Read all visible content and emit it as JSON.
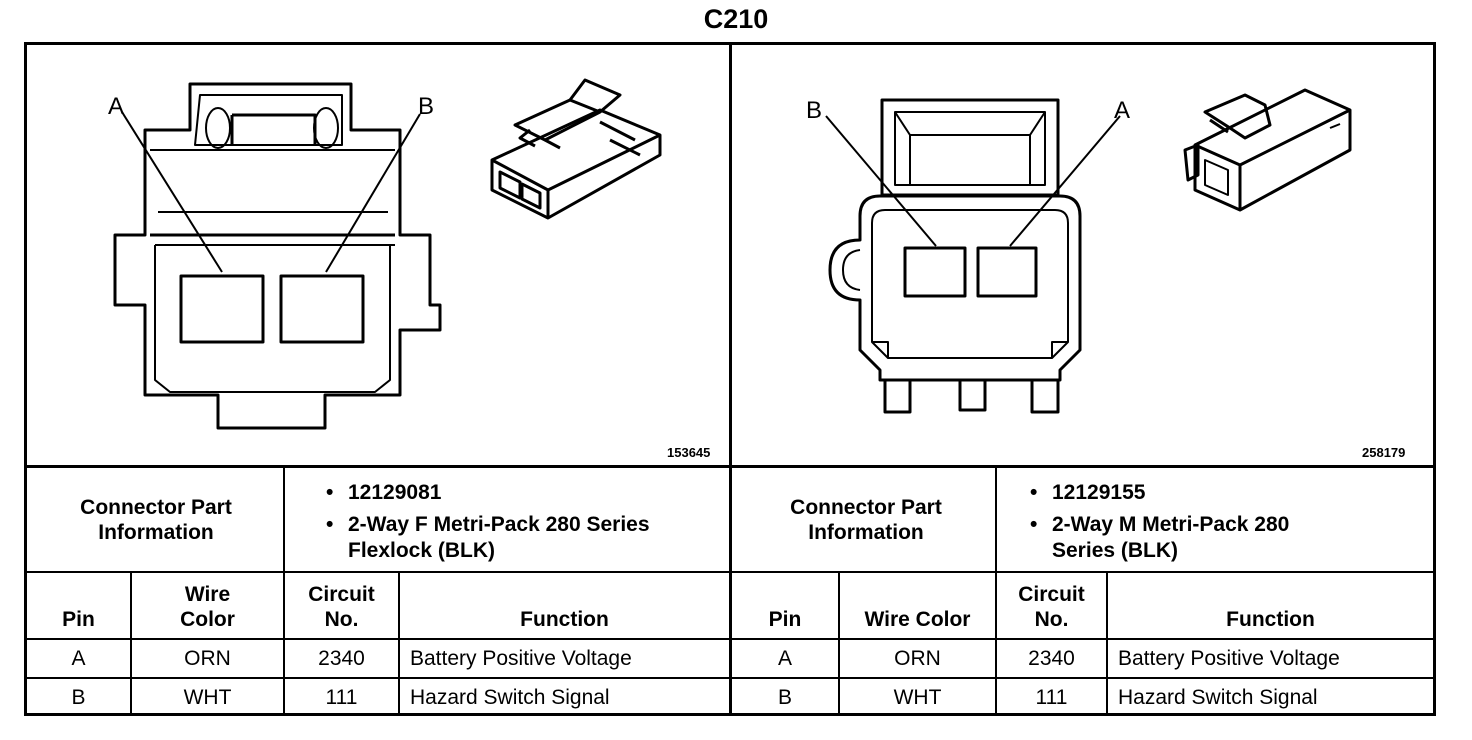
{
  "title": "C210",
  "left": {
    "image_id": "153645",
    "pin_labels": [
      "A",
      "B"
    ],
    "part_info_label": "Connector Part Information",
    "part_info": [
      "12129081",
      "2-Way F Metri-Pack 280 Series Flexlock (BLK)"
    ],
    "headers": {
      "pin": "Pin",
      "wire_color": "Wire Color",
      "circuit": "Circuit No.",
      "function": "Function"
    },
    "rows": [
      {
        "pin": "A",
        "wire_color": "ORN",
        "circuit": "2340",
        "function": "Battery Positive Voltage"
      },
      {
        "pin": "B",
        "wire_color": "WHT",
        "circuit": "111",
        "function": "Hazard Switch Signal"
      }
    ]
  },
  "right": {
    "image_id": "258179",
    "pin_labels": [
      "B",
      "A"
    ],
    "part_info_label": "Connector Part Information",
    "part_info": [
      "12129155",
      "2-Way M Metri-Pack 280 Series (BLK)"
    ],
    "headers": {
      "pin": "Pin",
      "wire_color": "Wire Color",
      "circuit": "Circuit No.",
      "function": "Function"
    },
    "rows": [
      {
        "pin": "A",
        "wire_color": "ORN",
        "circuit": "2340",
        "function": "Battery Positive Voltage"
      },
      {
        "pin": "B",
        "wire_color": "WHT",
        "circuit": "111",
        "function": "Hazard Switch Signal"
      }
    ]
  }
}
